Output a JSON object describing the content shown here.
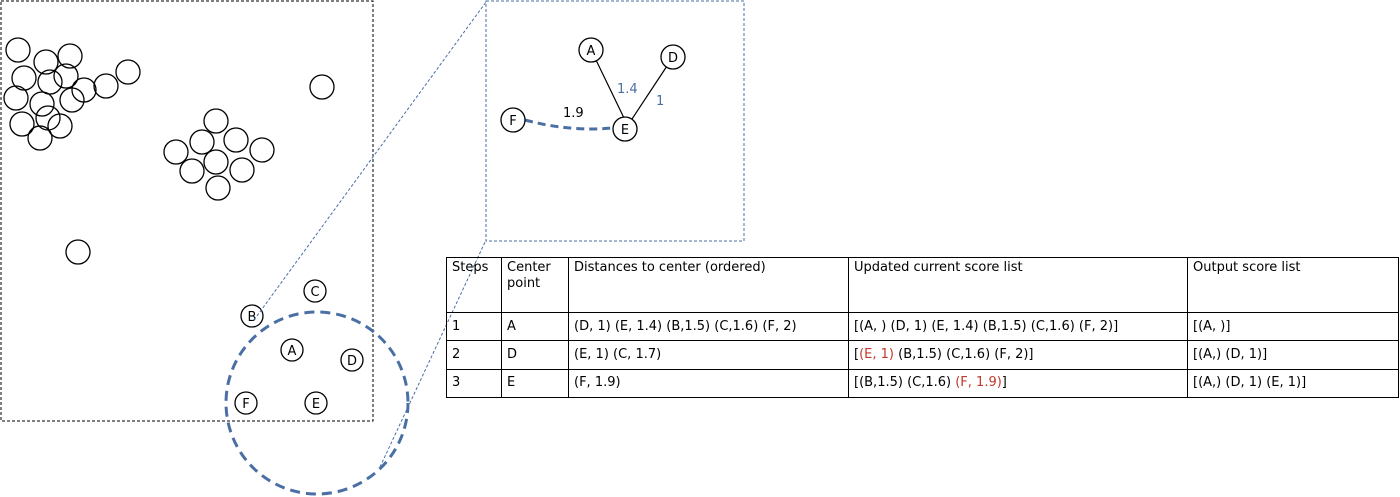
{
  "colors": {
    "dash_blue": "#4a6fa5",
    "highlight": "#c0392b",
    "outline": "#000000"
  },
  "overview": {
    "labeled_points": [
      "A",
      "B",
      "C",
      "D",
      "E",
      "F"
    ]
  },
  "zoom": {
    "nodes": [
      "A",
      "D",
      "E",
      "F"
    ],
    "edges": [
      {
        "from": "A",
        "to": "E",
        "label": "1.4"
      },
      {
        "from": "D",
        "to": "E",
        "label": "1"
      },
      {
        "from": "F",
        "to": "E",
        "label": "1.9"
      }
    ]
  },
  "table": {
    "headers": [
      "Steps",
      "Center point",
      "Distances to center (ordered)",
      "Updated current score list",
      "Output score list"
    ],
    "rows": [
      {
        "step": "1",
        "center": "A",
        "distances": "(D, 1) (E, 1.4) (B,1.5) (C,1.6) (F, 2)",
        "updated": {
          "highlight": "",
          "rest": "[(A, ) (D, 1) (E, 1.4) (B,1.5) (C,1.6) (F, 2)]"
        },
        "output": "[(A, )]"
      },
      {
        "step": "2",
        "center": "D",
        "distances": "(E, 1) (C, 1.7)",
        "updated": {
          "prefix": "[",
          "highlight": "(E, 1)",
          "rest": " (B,1.5) (C,1.6) (F, 2)]"
        },
        "output": "[(A,) (D, 1)]"
      },
      {
        "step": "3",
        "center": "E",
        "distances": "(F, 1.9)",
        "updated": {
          "prefix": "[(B,1.5) (C,1.6) ",
          "highlight": "(F, 1.9)",
          "suffix": "]"
        },
        "output": "[(A,) (D, 1) (E, 1)]"
      }
    ]
  }
}
